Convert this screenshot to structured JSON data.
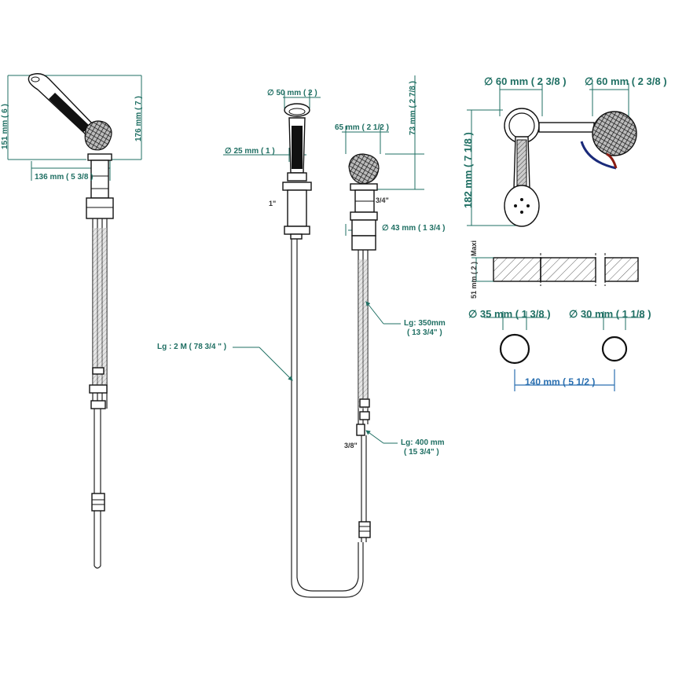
{
  "colors": {
    "dimension": "#1f6f63",
    "dimension_blue": "#2a6fb0",
    "line": "#111111"
  },
  "left_view": {
    "h151": "151 mm ( 6 )",
    "h176": "176 mm ( 7 )",
    "w136": "136 mm ( 5 3/8 )"
  },
  "center_view": {
    "d50": "∅  50 mm ( 2 )",
    "d25": "∅  25 mm ( 1 )",
    "thread_1": "1\"",
    "h73": "73 mm ( 2 7/8 )",
    "w65": "65 mm ( 2 1/2 )",
    "thread_34": "3/4\"",
    "d43": "∅  43 mm ( 1 3/4 )",
    "lg2m": "Lg : 2 M ( 78 3/4 \" )",
    "lg350": "Lg: 350mm",
    "lg350_in": "( 13 3/4\" )",
    "lg400": "Lg: 400 mm",
    "lg400_in": "( 15 3/4\" )",
    "thread_38": "3/8\""
  },
  "right_view": {
    "d60a": "∅  60 mm ( 2 3/8 )",
    "d60b": "∅  60 mm ( 2 3/8 )",
    "h182": "182 mm ( 7 1/8 )",
    "maxi": "Maxi",
    "h51": "51 mm ( 2 )",
    "d35": "∅  35 mm ( 1 3/8 )",
    "d30": "∅  30 mm ( 1 1/8 )",
    "w140": "140 mm ( 5 1/2 )"
  }
}
